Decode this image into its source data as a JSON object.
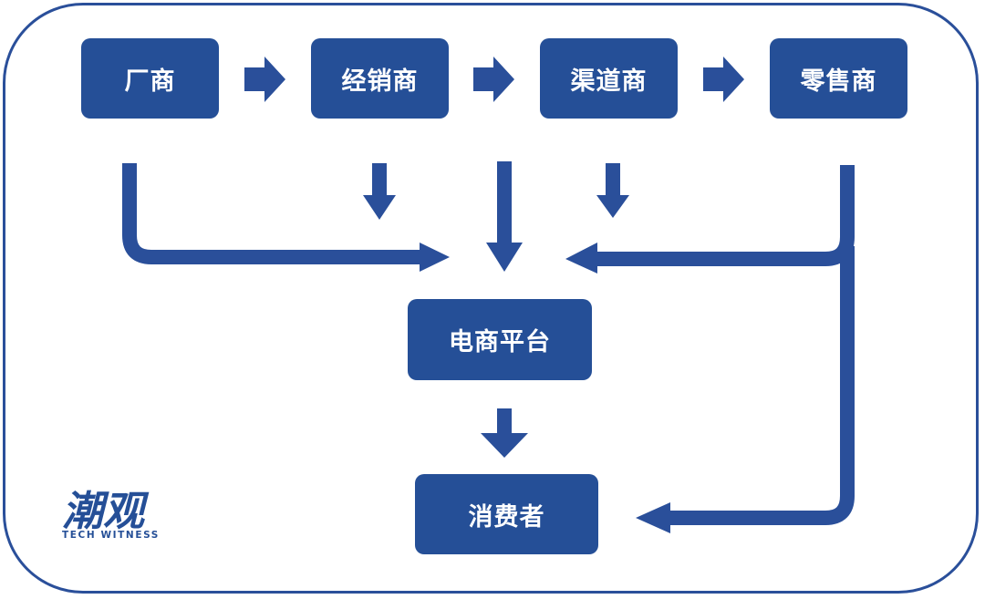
{
  "nodes": {
    "manufacturer": "厂商",
    "distributor": "经销商",
    "channel": "渠道商",
    "retailer": "零售商",
    "ecommerce": "电商平台",
    "consumer": "消费者"
  },
  "edges": [
    {
      "from": "manufacturer",
      "to": "distributor"
    },
    {
      "from": "distributor",
      "to": "channel"
    },
    {
      "from": "channel",
      "to": "retailer"
    },
    {
      "from": "manufacturer",
      "to": "ecommerce"
    },
    {
      "from": "distributor",
      "to": "ecommerce"
    },
    {
      "from": "channel",
      "to": "ecommerce"
    },
    {
      "from": "retailer",
      "to": "ecommerce"
    },
    {
      "from": "ecommerce",
      "to": "consumer"
    },
    {
      "from": "retailer",
      "to": "consumer"
    }
  ],
  "logo": {
    "name": "潮观",
    "tagline": "TECH WITNESS"
  },
  "colors": {
    "node_fill": "#254f97",
    "arrow": "#2a4f9a",
    "frame": "#2a4f9a",
    "text": "#ffffff"
  }
}
